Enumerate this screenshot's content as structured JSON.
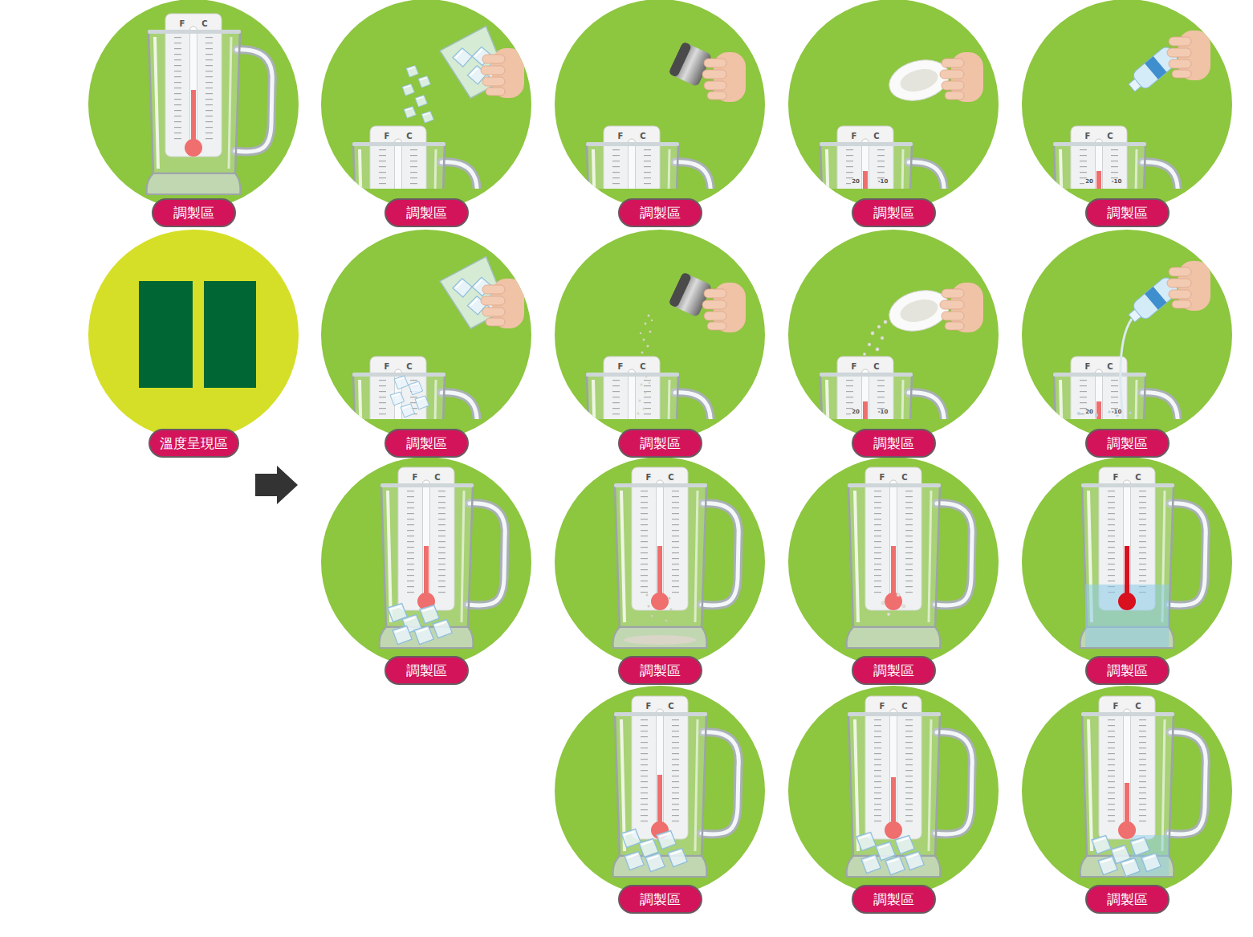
{
  "diagram": {
    "nodes": [
      {
        "text": [
          "調製區"
        ]
      },
      {
        "text": [
          "調製區"
        ]
      },
      {
        "text": [
          "調製區"
        ]
      },
      {
        "text": [
          "調製區"
        ]
      },
      {
        "text": [
          "調製區"
        ]
      },
      {
        "text": [
          "溫度呈現區"
        ]
      },
      {
        "text": [
          "調製區"
        ]
      },
      {
        "text": [
          "調製區"
        ]
      },
      {
        "text": [
          "調製區"
        ]
      },
      {
        "text": [
          "調製區"
        ]
      },
      {
        "text": [
          "調製區"
        ]
      },
      {
        "text": [
          "調製區"
        ]
      },
      {
        "text": [
          "調製區"
        ]
      },
      {
        "text": [
          "調製區"
        ]
      },
      {
        "text": [
          "調製區"
        ]
      },
      {
        "text": [
          "調製區"
        ]
      },
      {
        "text": [
          "調製區"
        ]
      }
    ],
    "labels": [
      "F",
      "C",
      "F",
      "C",
      "F",
      "C",
      "F",
      "C",
      "20",
      "-10",
      "F",
      "C",
      "20",
      "-10",
      "F",
      "C",
      "F",
      "C",
      "F",
      "C",
      "20",
      "-10",
      "F",
      "C",
      "20",
      "-10",
      "F",
      "C",
      "F",
      "C",
      "F",
      "C",
      "F",
      "C",
      "F",
      "C",
      "F",
      "C",
      "F",
      "C"
    ]
  }
}
